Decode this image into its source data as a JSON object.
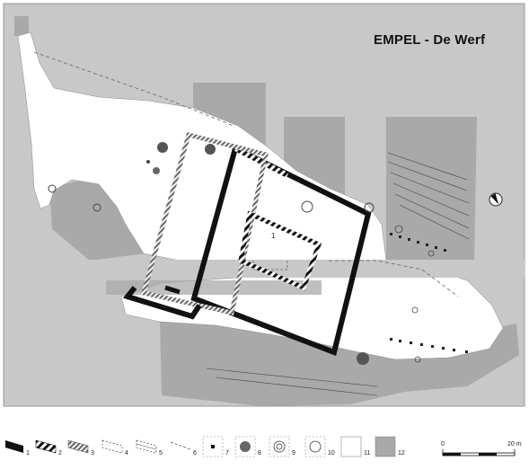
{
  "map": {
    "title": "EMPEL - De Werf",
    "feature_label": "1"
  },
  "legend": {
    "items": [
      "1",
      "2",
      "3",
      "4",
      "5",
      "6",
      "7",
      "8",
      "9",
      "10",
      "11",
      "12"
    ]
  },
  "scale": {
    "start": "0",
    "end": "20 m"
  },
  "colors": {
    "background": "#c8c8c8",
    "excavated": "#ffffff",
    "trench": "#a9a9a9",
    "wall": "#111111"
  }
}
